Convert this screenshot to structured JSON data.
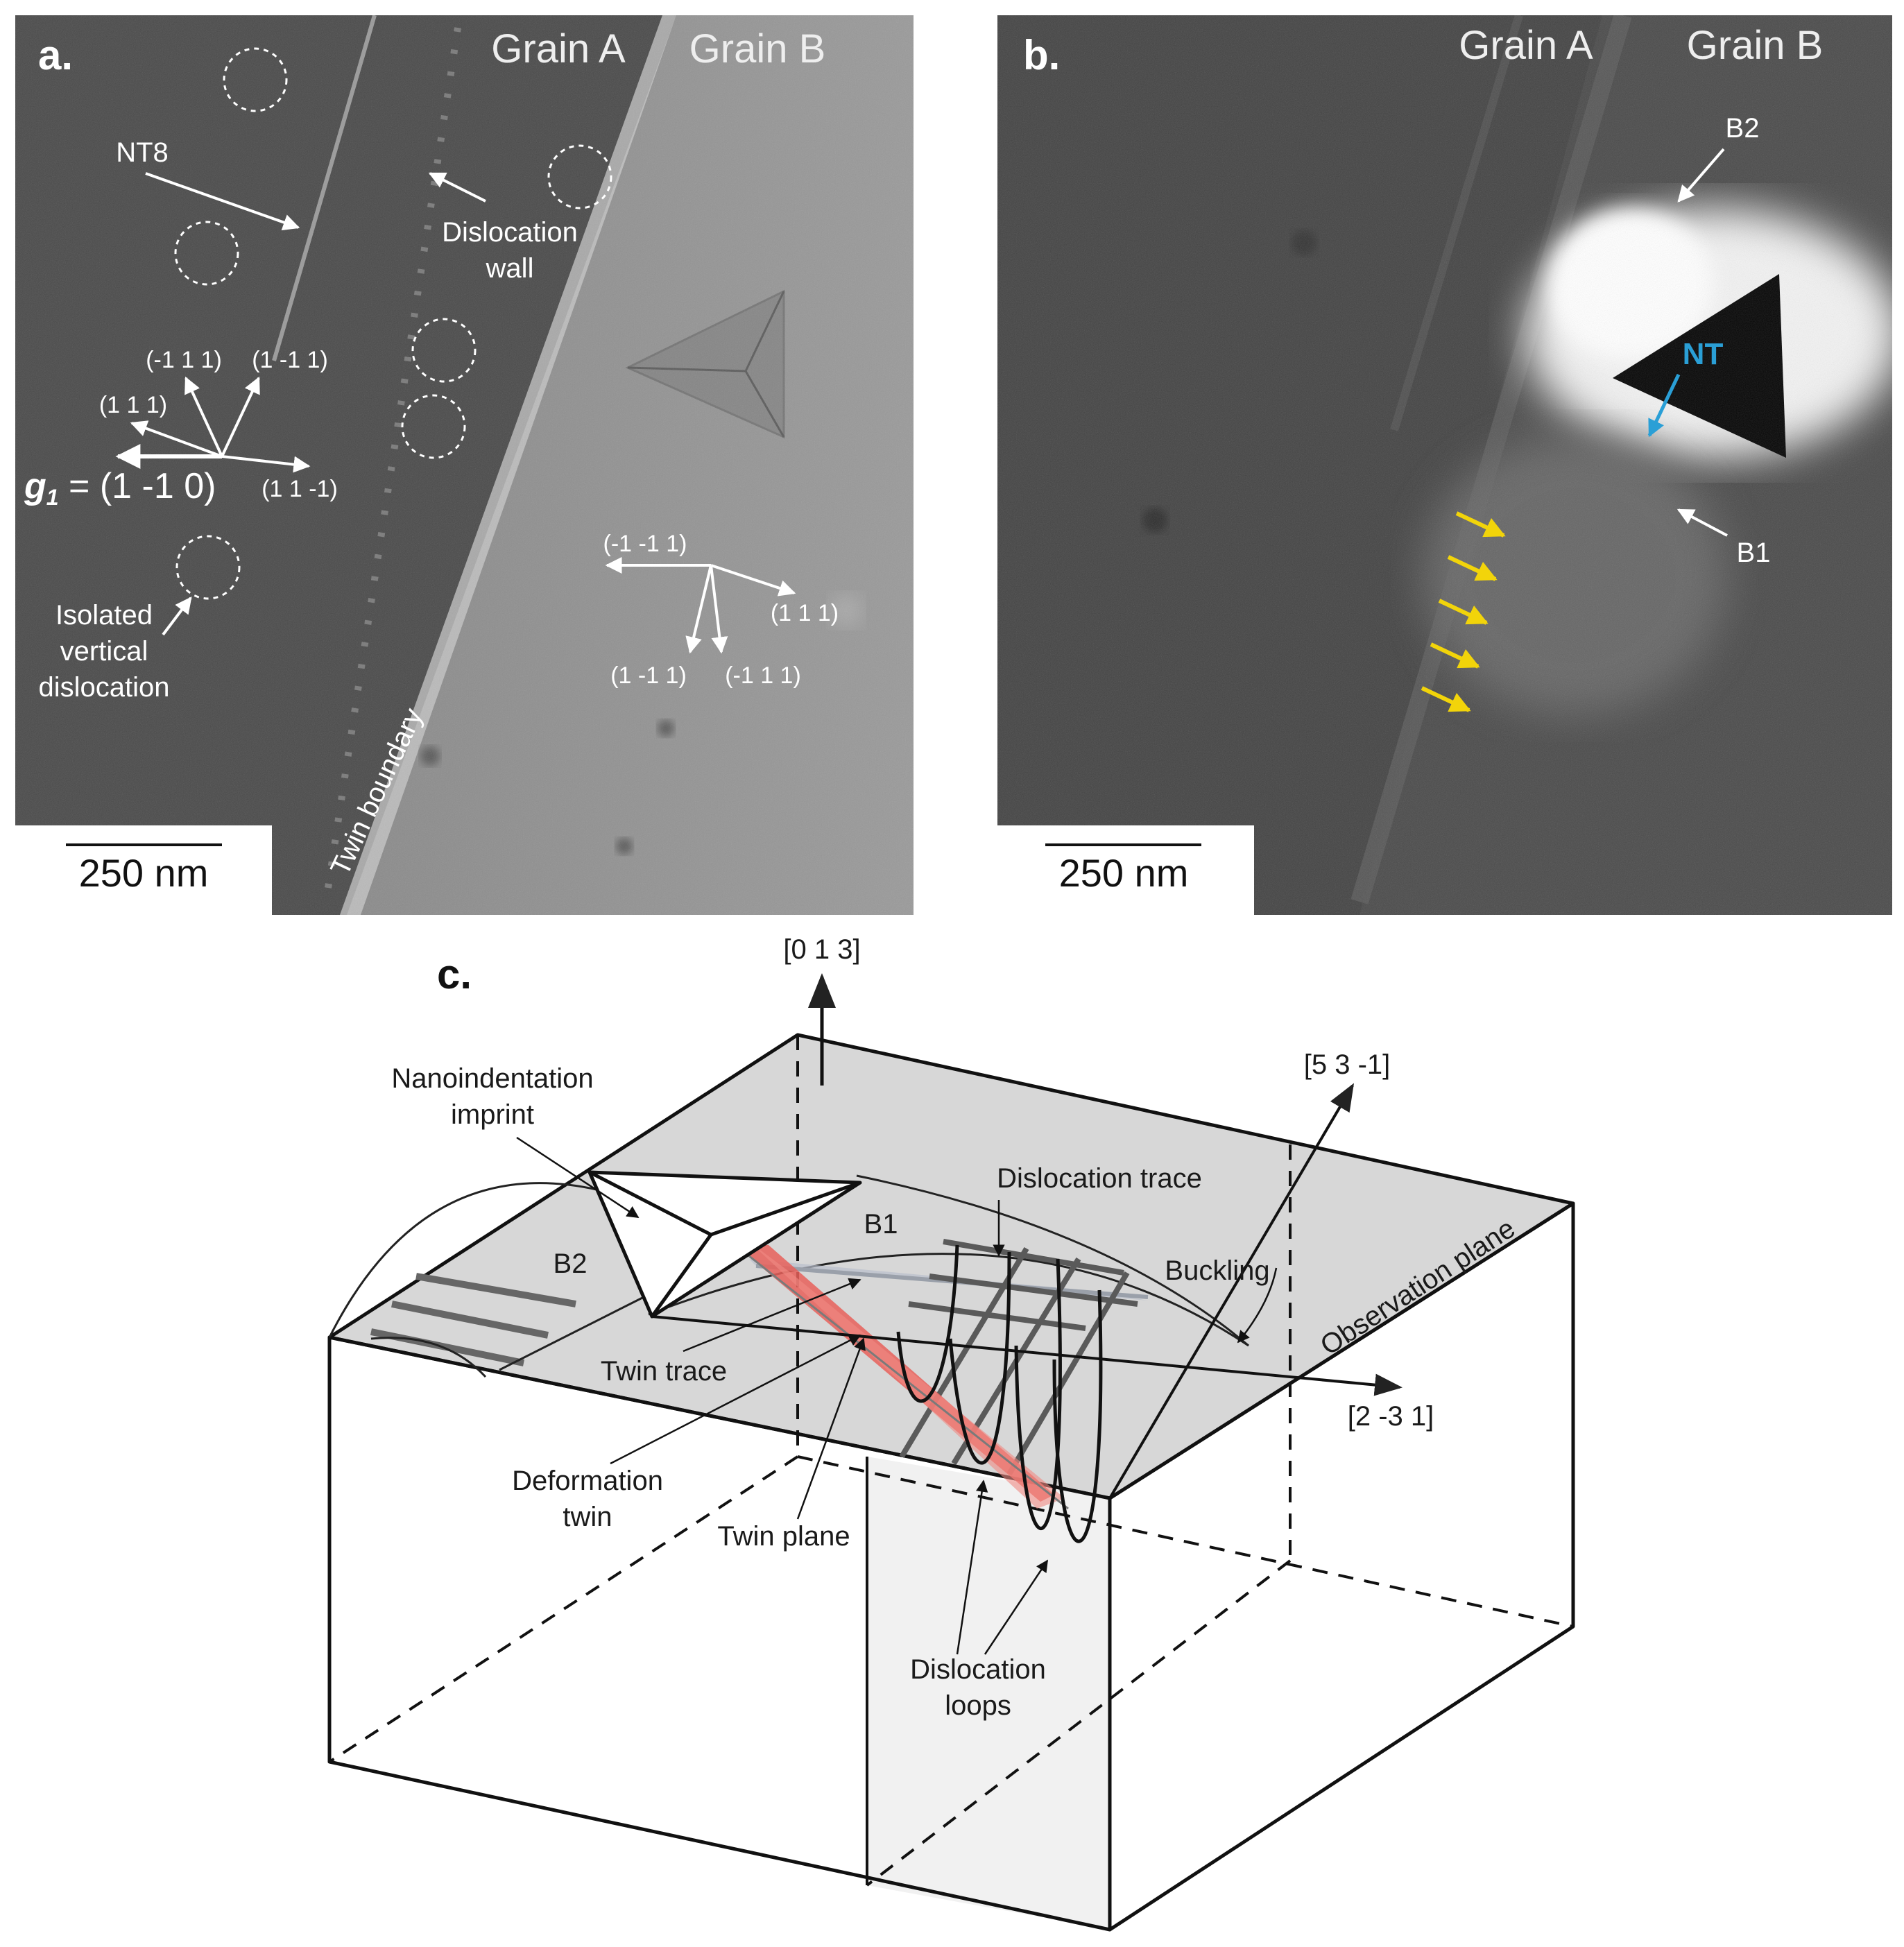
{
  "panel_a": {
    "label": "a.",
    "grain_a": "Grain A",
    "grain_b": "Grain B",
    "nt8": "NT8",
    "dislocation_wall": [
      "Dislocation",
      "wall"
    ],
    "isolated_vertical_dislocation": [
      "Isolated",
      "vertical",
      "dislocation"
    ],
    "twin_boundary": "Twin boundary",
    "g1_symbol": "g",
    "g1_subscript": "1",
    "g1_value": " = (1 -1 0)",
    "grain_a_directions": [
      "(-1 1 1)",
      "(1 -1 1)",
      "(1 1 1)",
      "(1 1 -1)"
    ],
    "grain_b_directions": [
      "(-1 -1 1)",
      "(1 1 1)",
      "(1 -1 1)",
      "(-1 1 1)"
    ],
    "scale_bar": "250 nm"
  },
  "panel_b": {
    "label": "b.",
    "grain_a": "Grain A",
    "grain_b": "Grain B",
    "b2": "B2",
    "b1": "B1",
    "nt": "NT",
    "scale_bar": "250 nm"
  },
  "panel_c": {
    "label": "c.",
    "axis_013": "[0 1 3]",
    "axis_53m1": "[5 3 -1]",
    "axis_2m31": "[2 -3 1]",
    "nanoindentation_imprint": [
      "Nanoindentation",
      "imprint"
    ],
    "dislocation_trace": "Dislocation trace",
    "b1": "B1",
    "b2": "B2",
    "buckling": "Buckling",
    "observation_plane": "Observation plane",
    "twin_trace": "Twin trace",
    "deformation_twin": [
      "Deformation",
      "twin"
    ],
    "twin_plane": "Twin plane",
    "dislocation_loops": [
      "Dislocation",
      "loops"
    ]
  },
  "colors": {
    "twin_red": "#e8605a",
    "nt_blue": "#2a9fd6",
    "arrow_yellow": "#f2d40a"
  }
}
